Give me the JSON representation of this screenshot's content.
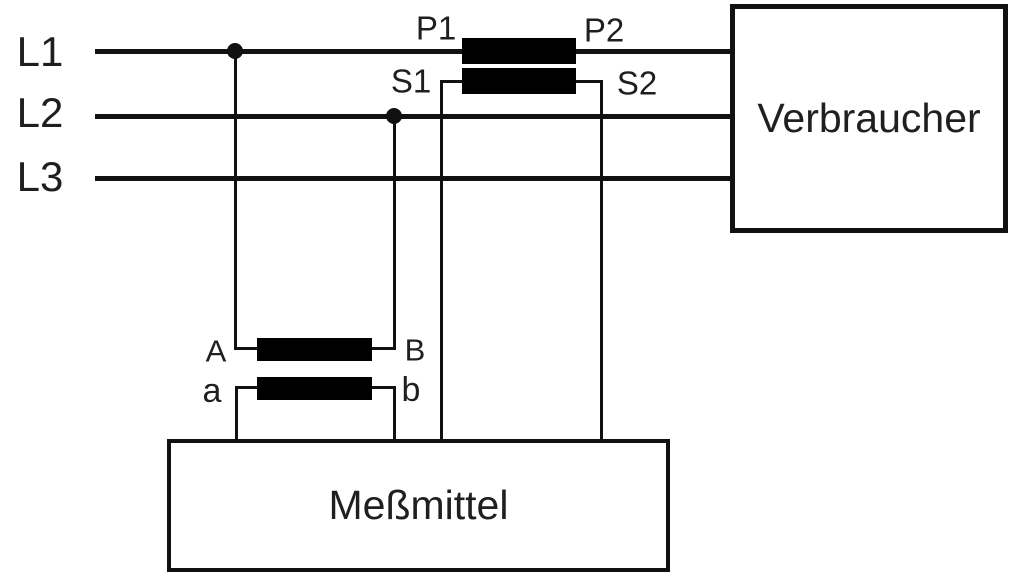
{
  "diagram": {
    "type": "three-phase measurement wiring diagram",
    "phases": [
      {
        "label": "L1"
      },
      {
        "label": "L2"
      },
      {
        "label": "L3"
      }
    ],
    "current_transformer": {
      "primary_terminals": {
        "left": "P1",
        "right": "P2"
      },
      "secondary_terminals": {
        "left": "S1",
        "right": "S2"
      }
    },
    "voltage_transformer": {
      "primary_terminals": {
        "left": "A",
        "right": "B"
      },
      "secondary_terminals": {
        "left": "a",
        "right": "b"
      }
    },
    "boxes": {
      "load_label": "Verbraucher",
      "meter_label": "Meßmittel"
    },
    "colors": {
      "wire": "#111111",
      "winding": "#000000",
      "text": "#1f1f1f",
      "background": "#ffffff"
    }
  }
}
